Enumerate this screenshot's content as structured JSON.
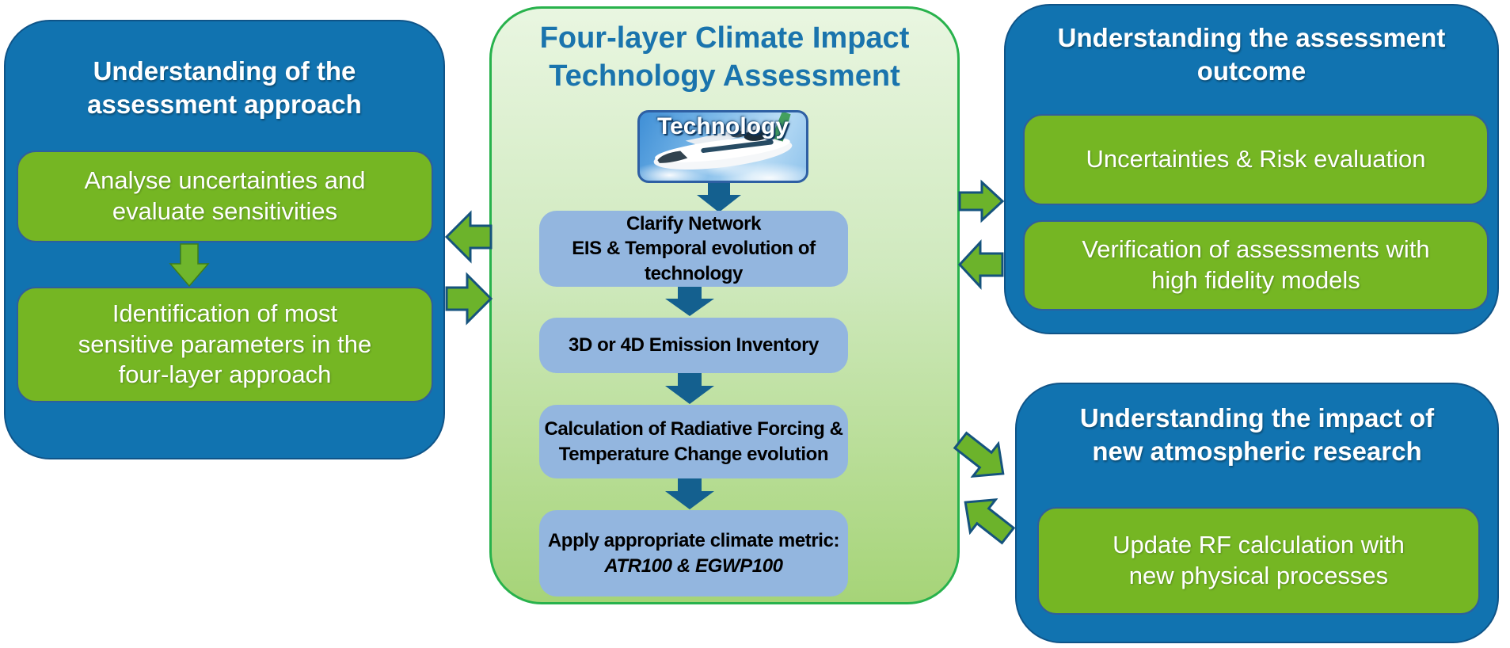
{
  "diagram": {
    "left_box": {
      "title": [
        "Understanding of the",
        "assessment approach"
      ],
      "box1": [
        "Analyse uncertainties  and",
        "evaluate sensitivities"
      ],
      "box2": [
        "Identification of most",
        "sensitive parameters in the",
        "four-layer approach"
      ]
    },
    "center": {
      "title": [
        "Four-layer Climate Impact",
        "Technology Assessment"
      ],
      "image_label": "Technology",
      "step1": [
        "Clarify Network",
        "EIS & Temporal evolution of",
        "technology"
      ],
      "step2": [
        "3D or 4D Emission Inventory"
      ],
      "step3": [
        "Calculation of Radiative Forcing &",
        "Temperature Change evolution"
      ],
      "step4_line1": "Apply appropriate climate metric:",
      "step4_line2": "ATR100 & EGWP100"
    },
    "right_top": {
      "title": [
        "Understanding the assessment",
        "outcome"
      ],
      "box1": [
        "Uncertainties & Risk evaluation"
      ],
      "box2": [
        "Verification of assessments with",
        "high fidelity models"
      ]
    },
    "right_bottom": {
      "title": [
        "Understanding the impact of",
        "new atmospheric research"
      ],
      "box1": [
        "Update RF calculation with",
        "new physical processes"
      ]
    },
    "colors": {
      "blue_box": "#1173b0",
      "blue_box_border": "#0f5488",
      "green_box": "#75b623",
      "panel_border_green": "#28b24c",
      "panel_gradient_top": "#e9f6e1",
      "panel_gradient_bottom": "#a6d478",
      "inner_box_blue": "#93b6df",
      "dark_arrow_blue": "#14608f",
      "green_arrow_fill": "#6cb32b",
      "green_arrow_stroke": "#15537d",
      "center_title_blue": "#1a74ad"
    }
  }
}
